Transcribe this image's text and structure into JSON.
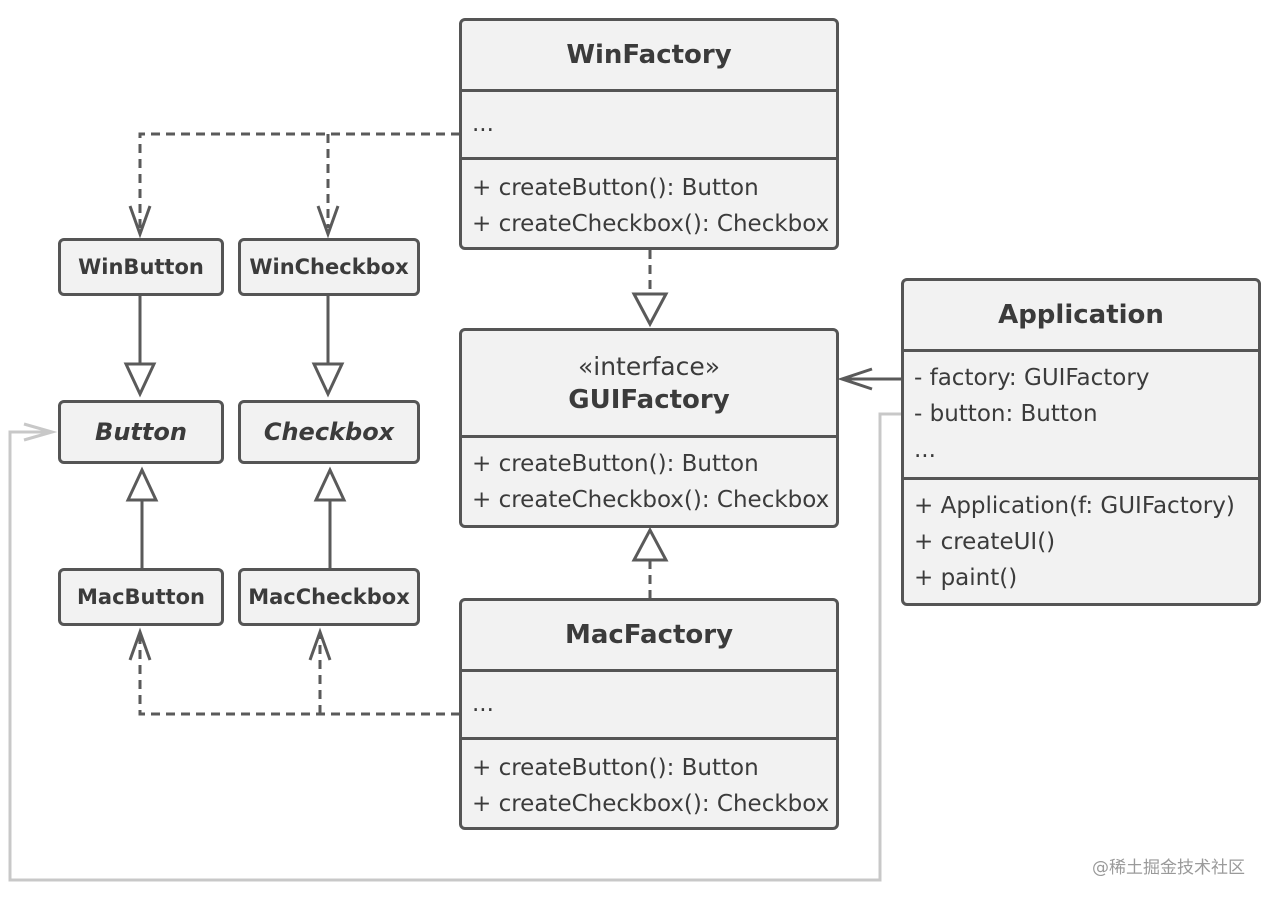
{
  "classes": {
    "win_factory": {
      "name": "WinFactory",
      "fields": [
        "..."
      ],
      "methods": [
        "+ createButton(): Button",
        "+ createCheckbox(): Checkbox"
      ]
    },
    "gui_factory": {
      "stereotype": "«interface»",
      "name": "GUIFactory",
      "methods": [
        "+ createButton(): Button",
        "+ createCheckbox(): Checkbox"
      ]
    },
    "mac_factory": {
      "name": "MacFactory",
      "fields": [
        "..."
      ],
      "methods": [
        "+ createButton(): Button",
        "+ createCheckbox(): Checkbox"
      ]
    },
    "application": {
      "name": "Application",
      "fields": [
        "- factory: GUIFactory",
        "- button: Button",
        "..."
      ],
      "methods": [
        "+ Application(f: GUIFactory)",
        "+ createUI()",
        "+ paint()"
      ]
    }
  },
  "products": {
    "win_button": "WinButton",
    "win_checkbox": "WinCheckbox",
    "button": "Button",
    "checkbox": "Checkbox",
    "mac_button": "MacButton",
    "mac_checkbox": "MacCheckbox"
  },
  "watermark": "@稀土掘金技术社区",
  "colors": {
    "box_border": "#555555",
    "box_fill": "#f2f2f2",
    "connector": "#5a5a5a",
    "association_light": "#c8c8c8"
  }
}
